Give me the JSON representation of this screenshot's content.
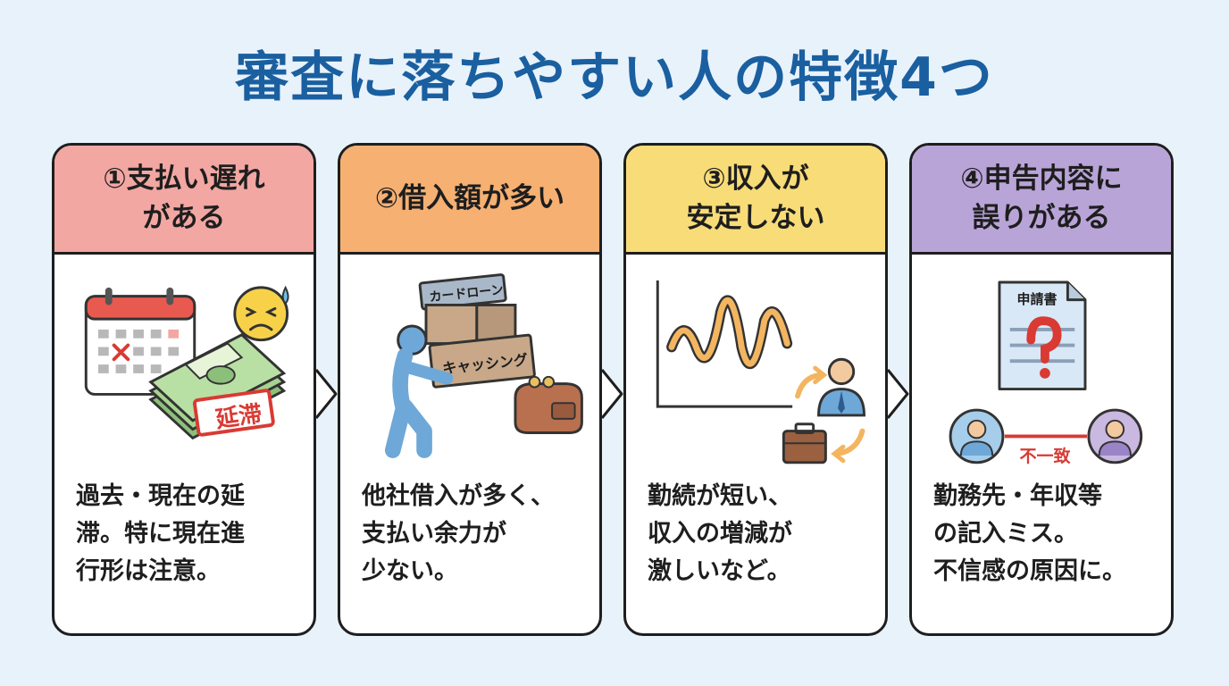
{
  "title": "審査に落ちやすい人の特徴4つ",
  "cards": [
    {
      "heading": [
        "①支払い遅れ",
        "がある"
      ],
      "color": "#f2a7a2",
      "stamp": "延滞",
      "desc": [
        "過去・現在の延",
        "滞。特に現在進",
        "行形は注意。"
      ]
    },
    {
      "heading": [
        "②借入額が多い"
      ],
      "color": "#f6b072",
      "box_label_1": "カードローン",
      "box_label_2": "キャッシング",
      "desc": [
        "他社借入が多く、",
        "支払い余力が",
        "少ない。"
      ]
    },
    {
      "heading": [
        "③収入が",
        "安定しない"
      ],
      "color": "#f8dc78",
      "desc": [
        "勤続が短い、",
        "収入の増減が",
        "激しいなど。"
      ]
    },
    {
      "heading": [
        "④申告内容に",
        "誤りがある"
      ],
      "color": "#b9a4d8",
      "doc_label": "申請書",
      "mismatch_label": "不一致",
      "desc": [
        "勤務先・年収等",
        "の記入ミス。",
        "不信感の原因に。"
      ]
    }
  ],
  "icons": {
    "card1": [
      "calendar-icon",
      "worried-face-icon",
      "money-stack-icon"
    ],
    "card2": [
      "person-carrying-boxes-icon",
      "wallet-icon"
    ],
    "card3": [
      "income-wave-chart-icon",
      "businessman-icon",
      "briefcase-icon",
      "cycle-arrows-icon"
    ],
    "card4": [
      "application-document-icon",
      "person-avatar-icon"
    ]
  },
  "colors": {
    "title": "#1a5fa0",
    "background": "#e8f2fb",
    "accent_red": "#d93a33"
  }
}
